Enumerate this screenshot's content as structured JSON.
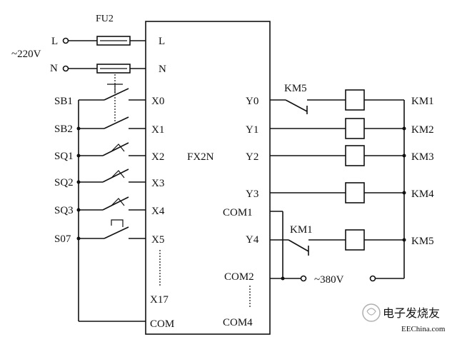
{
  "diagram": {
    "fuse_label": "FU2",
    "supply": {
      "line_label": "L",
      "neutral_label": "N",
      "voltage_label": "~220V"
    },
    "plc": {
      "model": "FX2N",
      "left_terminals": [
        "L",
        "N",
        "X0",
        "X1",
        "X2",
        "X3",
        "X4",
        "X5",
        "X17",
        "COM"
      ],
      "right_terminals": [
        "Y0",
        "Y1",
        "Y2",
        "Y3",
        "COM1",
        "Y4",
        "COM2",
        "COM4"
      ]
    },
    "inputs": [
      "SB1",
      "SB2",
      "SQ1",
      "SQ2",
      "SQ3",
      "S07"
    ],
    "interlocks": [
      "KM5",
      "KM1"
    ],
    "coils": [
      "KM1",
      "KM2",
      "KM3",
      "KM4",
      "KM5"
    ],
    "output_supply_label": "~380V",
    "watermark": {
      "logo_text": "电子发烧友",
      "url": "EEChina.com"
    }
  }
}
